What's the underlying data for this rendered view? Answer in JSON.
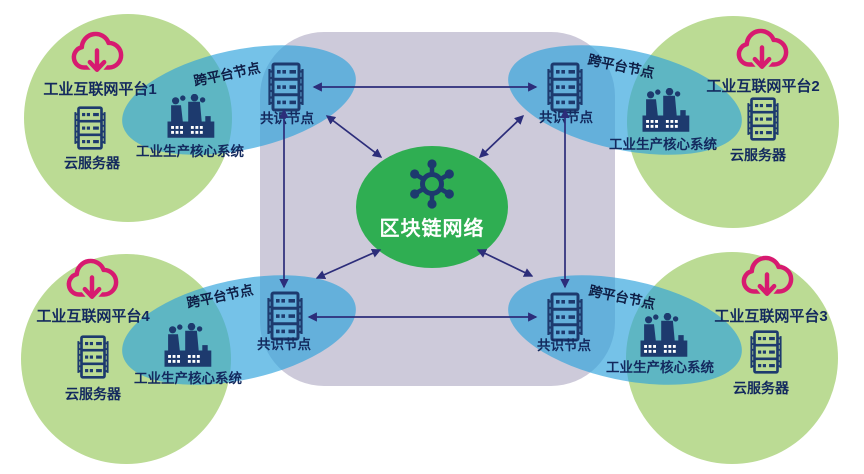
{
  "colors": {
    "platform_circle": "#bbdb94",
    "cross_ellipse": "rgba(45,162,220,0.66)",
    "blockchain_box": "#cdcada",
    "blockchain_green": "#2fae52",
    "icon_navy": "#1d3a6e",
    "arrow_navy": "#2c2d7a",
    "pink": "#d71a70",
    "label_dark": "#13295e",
    "center_text": "#ffffff"
  },
  "center": {
    "label": "区块链网络"
  },
  "labels": {
    "cross_platform_node": "跨平台节点",
    "consensus_node": "共识节点",
    "cloud_server": "云服务器",
    "core_system": "工业生产核心系统"
  },
  "platforms": [
    {
      "name": "工业互联网平台1",
      "position": "top-left"
    },
    {
      "name": "工业互联网平台2",
      "position": "top-right"
    },
    {
      "name": "工业互联网平台3",
      "position": "bottom-right"
    },
    {
      "name": "工业互联网平台4",
      "position": "bottom-left"
    }
  ]
}
